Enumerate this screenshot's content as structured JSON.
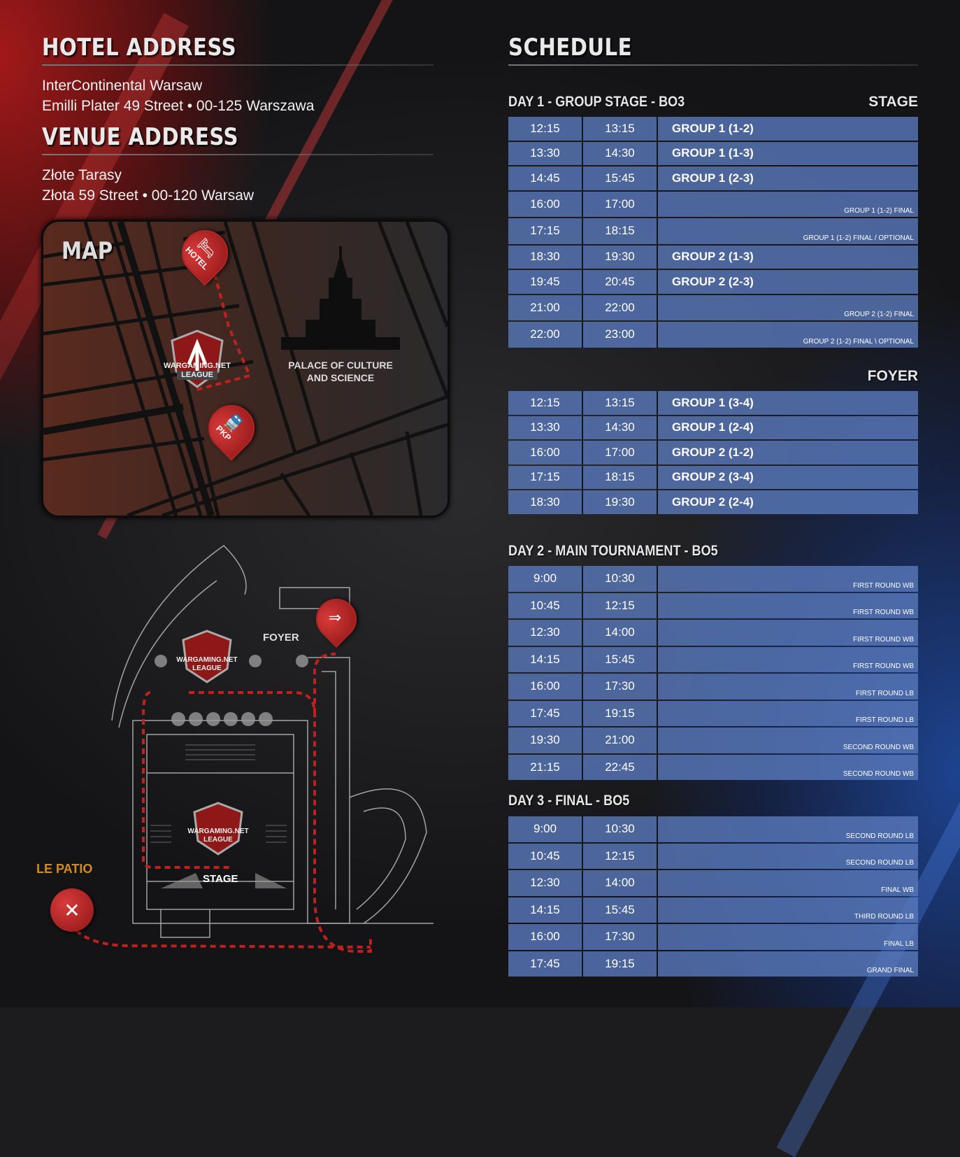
{
  "hotel": {
    "heading": "HOTEL ADDRESS",
    "name": "InterContinental Warsaw",
    "street": "Emilli Plater 49 Street • 00-125 Warszawa"
  },
  "venue": {
    "heading": "VENUE ADDRESS",
    "name": "Złote Tarasy",
    "street": "Złota 59 Street • 00-120 Warsaw"
  },
  "map": {
    "title": "MAP",
    "hotel_pin": "HOTEL",
    "pkp_pin": "PKP",
    "wgl_line1": "WARGAMING.NET",
    "wgl_line2": "LEAGUE",
    "palace": "PALACE OF CULTURE",
    "palace2": "AND SCIENCE"
  },
  "floorplan": {
    "foyer": "FOYER",
    "stage": "STAGE",
    "patio": "LE PATIO",
    "wgl_line1": "WARGAMING.NET",
    "wgl_line2": "LEAGUE"
  },
  "schedule": {
    "heading": "SCHEDULE",
    "day1": {
      "title": "DAY 1 - GROUP STAGE - BO3",
      "stage_label": "STAGE",
      "stage": [
        {
          "start": "12:15",
          "end": "13:15",
          "label": "GROUP 1 (1-2)",
          "small": false
        },
        {
          "start": "13:30",
          "end": "14:30",
          "label": "GROUP 1 (1-3)",
          "small": false
        },
        {
          "start": "14:45",
          "end": "15:45",
          "label": "GROUP 1 (2-3)",
          "small": false
        },
        {
          "start": "16:00",
          "end": "17:00",
          "label": "GROUP 1 (1-2) FINAL",
          "small": true
        },
        {
          "start": "17:15",
          "end": "18:15",
          "label": "GROUP 1 (1-2) FINAL / OPTIONAL",
          "small": true
        },
        {
          "start": "18:30",
          "end": "19:30",
          "label": "GROUP 2 (1-3)",
          "small": false
        },
        {
          "start": "19:45",
          "end": "20:45",
          "label": "GROUP 2 (2-3)",
          "small": false
        },
        {
          "start": "21:00",
          "end": "22:00",
          "label": "GROUP 2 (1-2) FINAL",
          "small": true
        },
        {
          "start": "22:00",
          "end": "23:00",
          "label": "GROUP 2 (1-2) FINAL \\ OPTIONAL",
          "small": true
        }
      ],
      "foyer_label": "FOYER",
      "foyer": [
        {
          "start": "12:15",
          "end": "13:15",
          "label": "GROUP 1 (3-4)",
          "small": false
        },
        {
          "start": "13:30",
          "end": "14:30",
          "label": "GROUP 1 (2-4)",
          "small": false
        },
        {
          "start": "16:00",
          "end": "17:00",
          "label": "GROUP 2 (1-2)",
          "small": false
        },
        {
          "start": "17:15",
          "end": "18:15",
          "label": "GROUP 2 (3-4)",
          "small": false
        },
        {
          "start": "18:30",
          "end": "19:30",
          "label": "GROUP 2 (2-4)",
          "small": false
        }
      ]
    },
    "day2": {
      "title": "DAY 2 - MAIN TOURNAMENT - BO5",
      "rows": [
        {
          "start": "9:00",
          "end": "10:30",
          "label": "FIRST ROUND WB",
          "small": true
        },
        {
          "start": "10:45",
          "end": "12:15",
          "label": "FIRST ROUND WB",
          "small": true
        },
        {
          "start": "12:30",
          "end": "14:00",
          "label": "FIRST ROUND WB",
          "small": true
        },
        {
          "start": "14:15",
          "end": "15:45",
          "label": "FIRST ROUND WB",
          "small": true
        },
        {
          "start": "16:00",
          "end": "17:30",
          "label": "FIRST ROUND LB",
          "small": true
        },
        {
          "start": "17:45",
          "end": "19:15",
          "label": "FIRST ROUND LB",
          "small": true
        },
        {
          "start": "19:30",
          "end": "21:00",
          "label": "SECOND ROUND WB",
          "small": true
        },
        {
          "start": "21:15",
          "end": "22:45",
          "label": "SECOND ROUND WB",
          "small": true
        }
      ]
    },
    "day3": {
      "title": "DAY 3 - FINAL - BO5",
      "rows": [
        {
          "start": "9:00",
          "end": "10:30",
          "label": "SECOND ROUND LB",
          "small": true
        },
        {
          "start": "10:45",
          "end": "12:15",
          "label": "SECOND ROUND LB",
          "small": true
        },
        {
          "start": "12:30",
          "end": "14:00",
          "label": "FINAL WB",
          "small": true
        },
        {
          "start": "14:15",
          "end": "15:45",
          "label": "THIRD ROUND LB",
          "small": true
        },
        {
          "start": "16:00",
          "end": "17:30",
          "label": "FINAL LB",
          "small": true
        },
        {
          "start": "17:45",
          "end": "19:15",
          "label": "GRAND FINAL",
          "small": true
        }
      ]
    }
  }
}
